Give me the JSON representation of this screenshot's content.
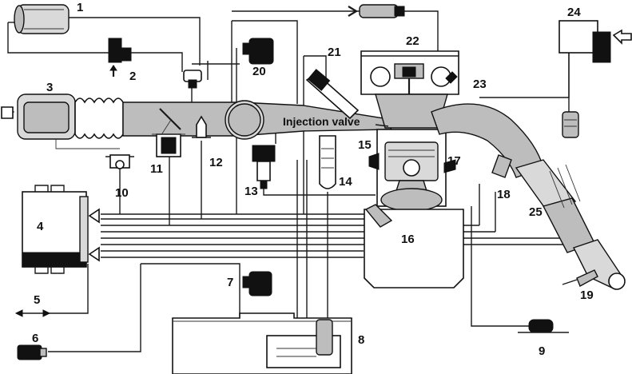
{
  "diagram": {
    "caption": "Injection valve",
    "labels": [
      "1",
      "2",
      "3",
      "4",
      "5",
      "6",
      "7",
      "8",
      "9",
      "10",
      "11",
      "12",
      "13",
      "14",
      "15",
      "16",
      "17",
      "18",
      "19",
      "20",
      "21",
      "22",
      "23",
      "24",
      "25"
    ]
  }
}
